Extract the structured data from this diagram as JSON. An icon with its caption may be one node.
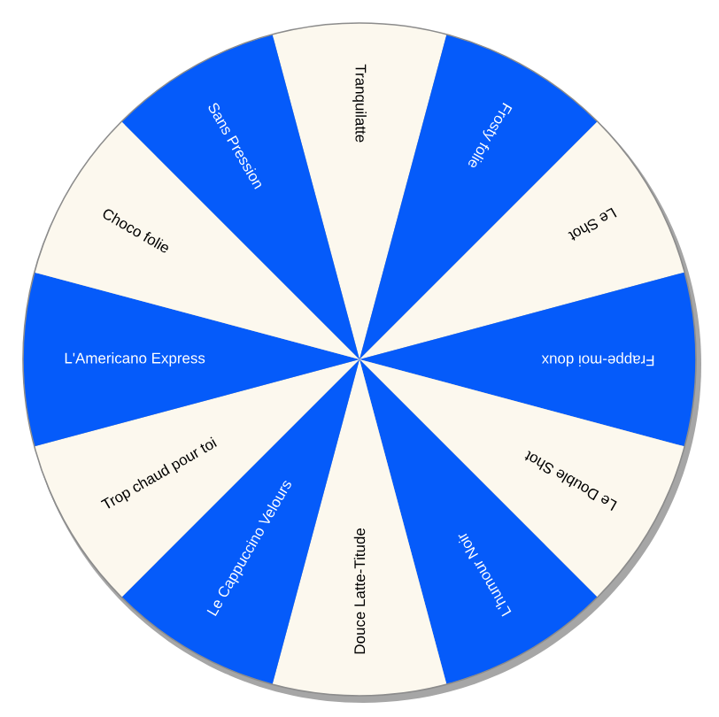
{
  "diagram": {
    "nodes": [
      {
        "text": [
          "Tranquilatte"
        ]
      },
      {
        "text": [
          "Frosty folie"
        ]
      },
      {
        "text": [
          "Le Shot"
        ]
      },
      {
        "text": [
          "Frappe-moi doux"
        ]
      },
      {
        "text": [
          "Le Double Shot"
        ]
      },
      {
        "text": [
          "L'humour Noir"
        ]
      },
      {
        "text": [
          "Douce Latte-Titude"
        ]
      },
      {
        "text": [
          "Le Cappuccino Velours"
        ]
      },
      {
        "text": [
          "Trop chaud pour toi"
        ]
      },
      {
        "text": [
          "L'Americano Express"
        ]
      },
      {
        "text": [
          "Choco folie"
        ]
      },
      {
        "text": [
          "Sans Pression"
        ]
      }
    ]
  }
}
